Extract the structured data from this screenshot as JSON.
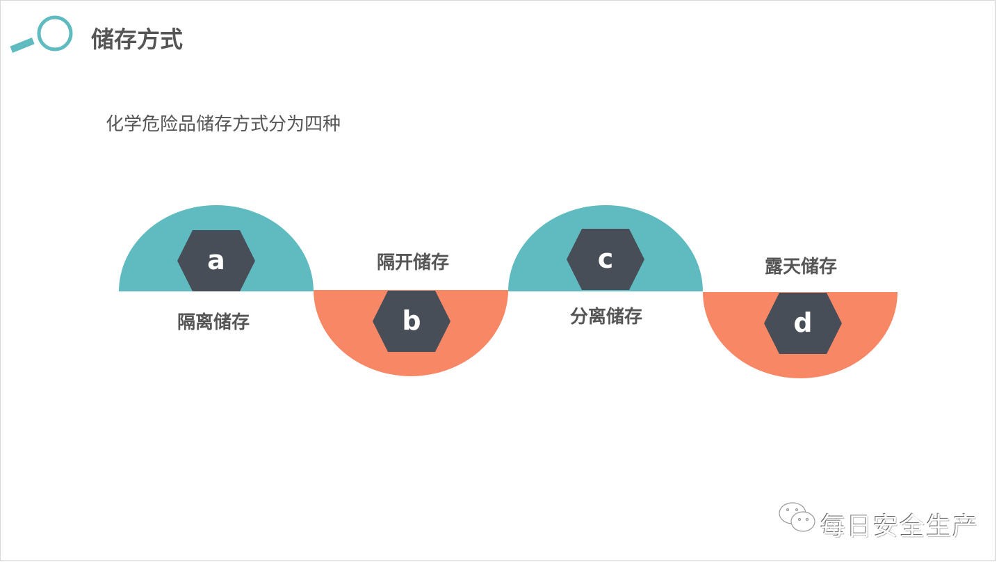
{
  "header": {
    "title": "储存方式",
    "icon": "magnifier-icon"
  },
  "subtitle": "化学危险品储存方式分为四种",
  "colors": {
    "teal": "#5fbbbf",
    "orange": "#f88865",
    "hex": "#474e57",
    "text": "#555555"
  },
  "items": [
    {
      "letter": "a",
      "label": "隔离储存"
    },
    {
      "letter": "b",
      "label": "隔开储存"
    },
    {
      "letter": "c",
      "label": "分离储存"
    },
    {
      "letter": "d",
      "label": "露天储存"
    }
  ],
  "watermark": {
    "text": "每日安全生产",
    "icon": "wechat-icon"
  }
}
